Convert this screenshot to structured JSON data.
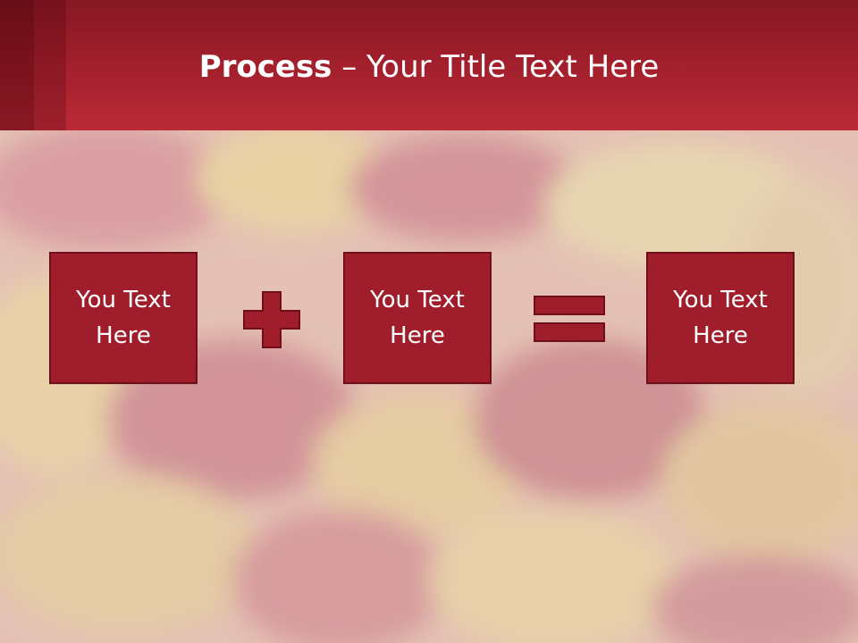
{
  "slide": {
    "title_bold": "Process",
    "title_rest": " – Your Title Text Here"
  },
  "process": {
    "steps": [
      {
        "label": "You Text Here"
      },
      {
        "label": "You Text Here"
      },
      {
        "label": "You Text Here"
      }
    ],
    "operators": [
      "plus-icon",
      "equals-icon"
    ]
  },
  "colors": {
    "header": "#a01e2b",
    "box_fill": "#a01e2b",
    "box_border": "#6f0f19",
    "background_tint": "#e7c3b8"
  }
}
